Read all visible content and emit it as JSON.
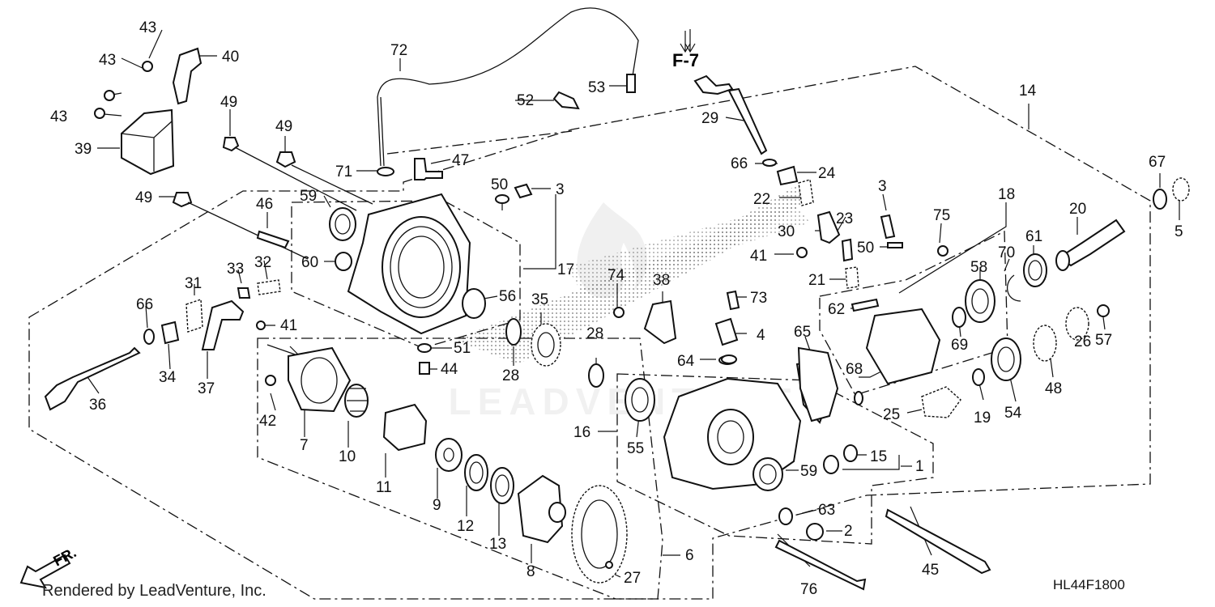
{
  "credit": "Rendered by LeadVenture, Inc.",
  "diagram_code": "HL44F1800",
  "front_label": "FR.",
  "ref_label": "F-7",
  "watermark": "LEADVENTURE",
  "callouts": [
    {
      "id": "c43a",
      "text": "43"
    },
    {
      "id": "c43b",
      "text": "43"
    },
    {
      "id": "c43c",
      "text": "43"
    },
    {
      "id": "c40",
      "text": "40"
    },
    {
      "id": "c39",
      "text": "39"
    },
    {
      "id": "c49a",
      "text": "49"
    },
    {
      "id": "c49b",
      "text": "49"
    },
    {
      "id": "c49c",
      "text": "49"
    },
    {
      "id": "c72",
      "text": "72"
    },
    {
      "id": "c71",
      "text": "71"
    },
    {
      "id": "c47",
      "text": "47"
    },
    {
      "id": "c52",
      "text": "52"
    },
    {
      "id": "c53",
      "text": "53"
    },
    {
      "id": "c50a",
      "text": "50"
    },
    {
      "id": "c3a",
      "text": "3"
    },
    {
      "id": "c46",
      "text": "46"
    },
    {
      "id": "c59a",
      "text": "59"
    },
    {
      "id": "c60",
      "text": "60"
    },
    {
      "id": "c56",
      "text": "56"
    },
    {
      "id": "c17",
      "text": "17"
    },
    {
      "id": "c33",
      "text": "33"
    },
    {
      "id": "c32",
      "text": "32"
    },
    {
      "id": "c31",
      "text": "31"
    },
    {
      "id": "c66a",
      "text": "66"
    },
    {
      "id": "c41a",
      "text": "41"
    },
    {
      "id": "c34",
      "text": "34"
    },
    {
      "id": "c37",
      "text": "37"
    },
    {
      "id": "c36",
      "text": "36"
    },
    {
      "id": "c51",
      "text": "51"
    },
    {
      "id": "c44",
      "text": "44"
    },
    {
      "id": "c42",
      "text": "42"
    },
    {
      "id": "c7",
      "text": "7"
    },
    {
      "id": "c10",
      "text": "10"
    },
    {
      "id": "c11",
      "text": "11"
    },
    {
      "id": "c9",
      "text": "9"
    },
    {
      "id": "c12",
      "text": "12"
    },
    {
      "id": "c13",
      "text": "13"
    },
    {
      "id": "c8",
      "text": "8"
    },
    {
      "id": "c27",
      "text": "27"
    },
    {
      "id": "c6",
      "text": "6"
    },
    {
      "id": "c35",
      "text": "35"
    },
    {
      "id": "c28a",
      "text": "28"
    },
    {
      "id": "c28b",
      "text": "28"
    },
    {
      "id": "c74",
      "text": "74"
    },
    {
      "id": "c38",
      "text": "38"
    },
    {
      "id": "c16",
      "text": "16"
    },
    {
      "id": "c55",
      "text": "55"
    },
    {
      "id": "c29",
      "text": "29"
    },
    {
      "id": "c66b",
      "text": "66"
    },
    {
      "id": "c24",
      "text": "24"
    },
    {
      "id": "c22",
      "text": "22"
    },
    {
      "id": "c23",
      "text": "23"
    },
    {
      "id": "c30",
      "text": "30"
    },
    {
      "id": "c41b",
      "text": "41"
    },
    {
      "id": "c21",
      "text": "21"
    },
    {
      "id": "c73",
      "text": "73"
    },
    {
      "id": "c4",
      "text": "4"
    },
    {
      "id": "c64",
      "text": "64"
    },
    {
      "id": "c65",
      "text": "65"
    },
    {
      "id": "c3b",
      "text": "3"
    },
    {
      "id": "c50b",
      "text": "50"
    },
    {
      "id": "c75",
      "text": "75"
    },
    {
      "id": "c62",
      "text": "62"
    },
    {
      "id": "c68",
      "text": "68"
    },
    {
      "id": "c14",
      "text": "14"
    },
    {
      "id": "c18",
      "text": "18"
    },
    {
      "id": "c20",
      "text": "20"
    },
    {
      "id": "c58",
      "text": "58"
    },
    {
      "id": "c70",
      "text": "70"
    },
    {
      "id": "c61",
      "text": "61"
    },
    {
      "id": "c69",
      "text": "69"
    },
    {
      "id": "c25",
      "text": "25"
    },
    {
      "id": "c19",
      "text": "19"
    },
    {
      "id": "c54",
      "text": "54"
    },
    {
      "id": "c48",
      "text": "48"
    },
    {
      "id": "c26",
      "text": "26"
    },
    {
      "id": "c57",
      "text": "57"
    },
    {
      "id": "c67",
      "text": "67"
    },
    {
      "id": "c5",
      "text": "5"
    },
    {
      "id": "c59b",
      "text": "59"
    },
    {
      "id": "c15",
      "text": "15"
    },
    {
      "id": "c1",
      "text": "1"
    },
    {
      "id": "c63",
      "text": "63"
    },
    {
      "id": "c2",
      "text": "2"
    },
    {
      "id": "c45",
      "text": "45"
    },
    {
      "id": "c76",
      "text": "76"
    }
  ]
}
